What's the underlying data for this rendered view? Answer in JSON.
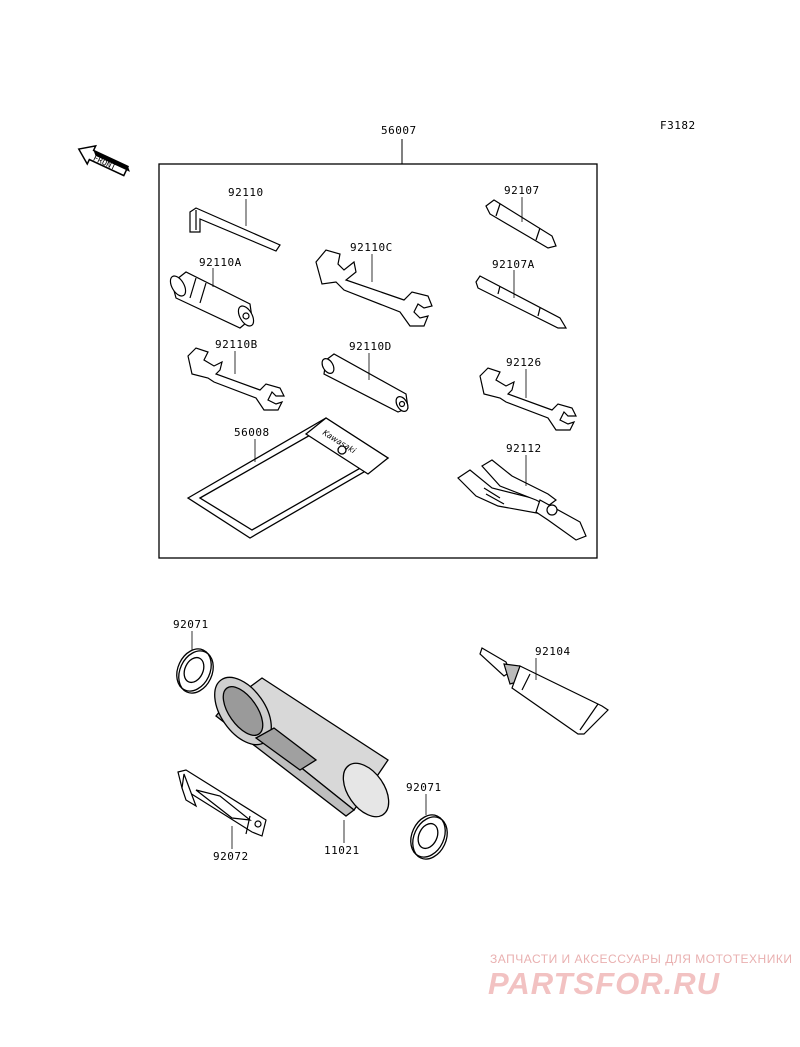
{
  "figure_code": "F3182",
  "front_label": "FRONT",
  "kit_box_label": "56007",
  "parts": {
    "p92110": "92110",
    "p92110A": "92110A",
    "p92110B": "92110B",
    "p92110C": "92110C",
    "p92110D": "92110D",
    "p92107": "92107",
    "p92107A": "92107A",
    "p92126": "92126",
    "p92112": "92112",
    "p56008": "56008",
    "p92071a": "92071",
    "p92071b": "92071",
    "p92104": "92104",
    "p92072": "92072",
    "p11021": "11021"
  },
  "pouch_brand": "Kawasaki",
  "watermark": {
    "tagline": "ЗАПЧАСТИ И АКСЕССУАРЫ ДЛЯ МОТОТЕХНИКИ",
    "logo": "PARTSFOR.RU"
  }
}
